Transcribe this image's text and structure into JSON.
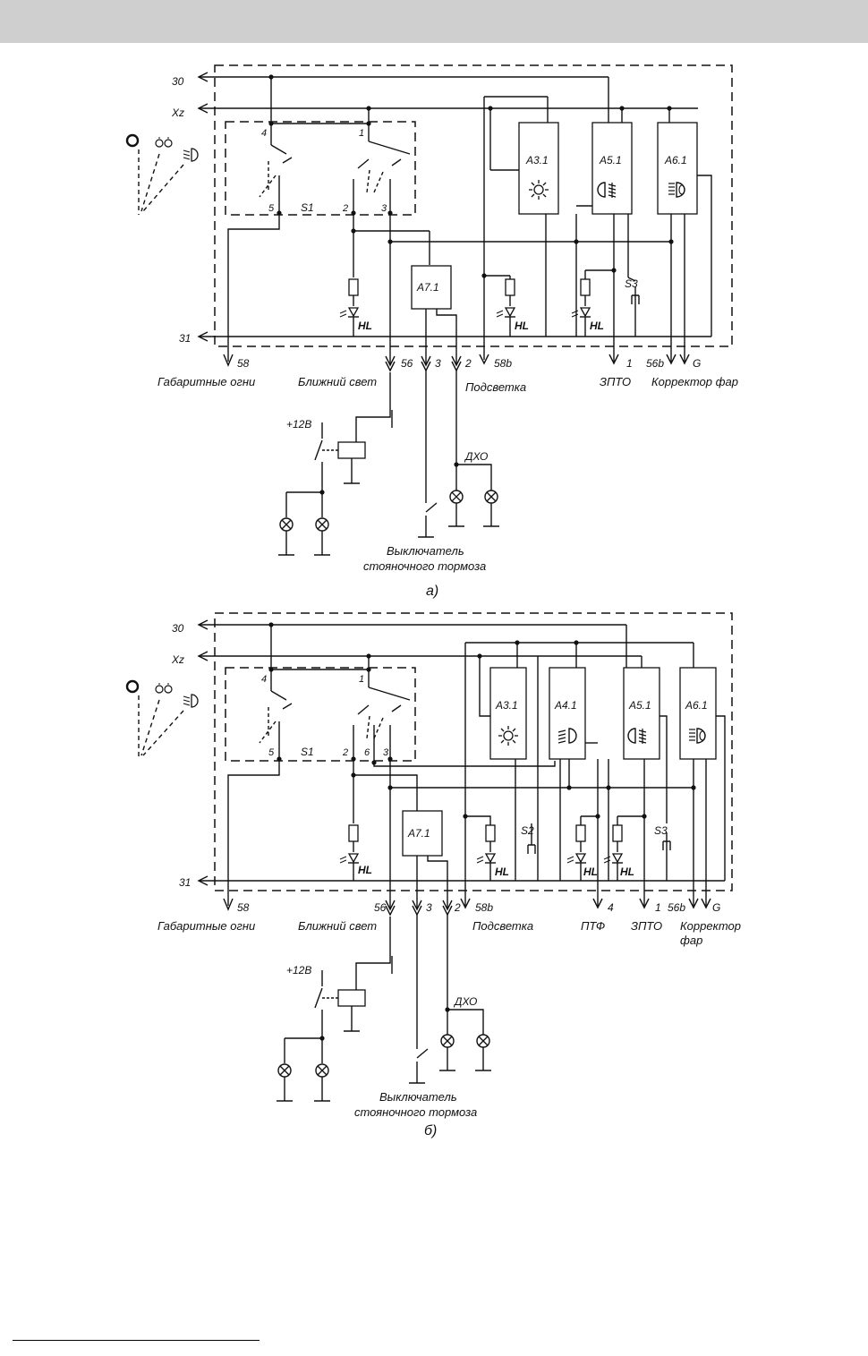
{
  "pin_labels": {
    "p30": "30",
    "pxz": "Xz",
    "p31": "31",
    "t58": "58",
    "t56": "56",
    "t3": "3",
    "t2": "2",
    "t58b": "58b",
    "t1": "1",
    "t4": "4",
    "t56b": "56b",
    "tG": "G",
    "sw4": "4",
    "sw1": "1",
    "sw5": "5",
    "sw2": "2",
    "sw3": "3",
    "sw6": "6"
  },
  "components": {
    "s1": "S1",
    "a3": "A3.1",
    "a4": "A4.1",
    "a5": "A5.1",
    "a6": "A6.1",
    "a7": "A7.1",
    "s2": "S2",
    "s3": "S3",
    "hl": "HL",
    "plus12": "+12В",
    "dho": "ДХО"
  },
  "captions": {
    "gabarit": "Габаритные огни",
    "blizh": "Ближний свет",
    "podsv": "Подсветка",
    "zpto": "ЗПТО",
    "korr": "Корректор фар",
    "korr1": "Корректор",
    "korr2": "фар",
    "ptf": "ПТФ",
    "vykl1": "Выключатель",
    "vykl2": "стояночного тормоза"
  },
  "figures": {
    "a": "а)",
    "b": "б)"
  },
  "icons": {
    "mode_off": "circle-off-icon",
    "mode_parking": "parking-light-icon",
    "mode_lowbeam": "low-beam-icon",
    "illumination": "illumination-sun-icon",
    "front_fog": "front-fog-light-icon",
    "rear_fog": "rear-fog-light-icon",
    "headlight_corrector": "headlight-level-icon",
    "lamp": "lamp-icon",
    "led": "led-icon"
  },
  "colors": {
    "header": "#cfcfcf",
    "line": "#111111"
  }
}
